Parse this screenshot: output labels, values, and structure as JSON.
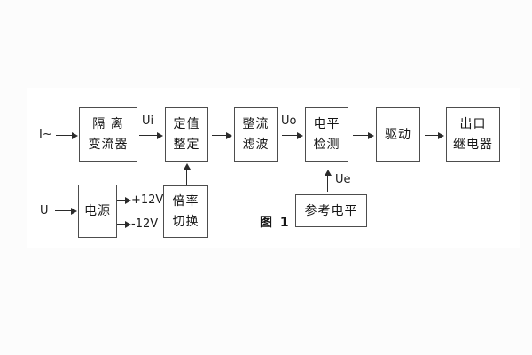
{
  "figure": {
    "caption": "图 1"
  },
  "colors": {
    "background": "#fcfcfc",
    "paper": "#ffffff",
    "box_border": "#4d4d4d",
    "line": "#2b2b2b",
    "text": "#161616"
  },
  "blocks": {
    "isolation": {
      "line1": "隔 离",
      "line2": "变流器"
    },
    "setpoint": {
      "line1": "定值",
      "line2": "整定"
    },
    "rectifier": {
      "line1": "整流",
      "line2": "滤波"
    },
    "level": {
      "line1": "电平",
      "line2": "检测"
    },
    "drive": {
      "label": "驱动"
    },
    "relay": {
      "line1": "出口",
      "line2": "继电器"
    },
    "power": {
      "label": "电源"
    },
    "ratio": {
      "line1": "倍率",
      "line2": "切换"
    },
    "reference": {
      "label": "参考电平"
    }
  },
  "labels": {
    "input_current": "I~",
    "ui": "Ui",
    "uo": "Uo",
    "input_voltage": "U",
    "plus12": "+12V",
    "minus12": "-12V",
    "ue": "Ue"
  }
}
